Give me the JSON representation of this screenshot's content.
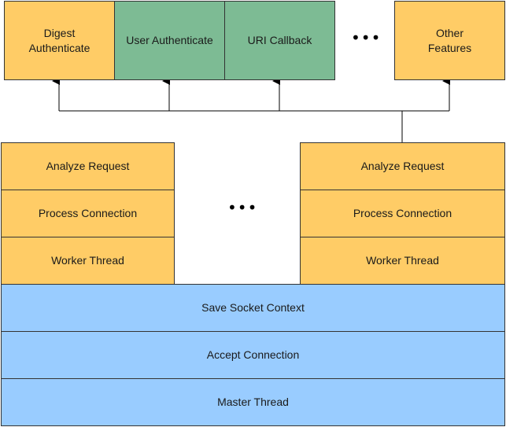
{
  "colors": {
    "orange": "#ffcc66",
    "green": "#7dbb94",
    "blue": "#99ccff",
    "border": "#333333",
    "line": "#000000"
  },
  "features": {
    "digest": "Digest\nAuthenticate",
    "user_auth": "User Authenticate",
    "uri_callback": "URI Callback",
    "ellipsis": "•••",
    "other": "Other\nFeatures"
  },
  "worker_left": {
    "analyze": "Analyze Request",
    "process": "Process Connection",
    "thread": "Worker Thread"
  },
  "worker_ellipsis": "•••",
  "worker_right": {
    "analyze": "Analyze Request",
    "process": "Process Connection",
    "thread": "Worker Thread"
  },
  "master": {
    "save": "Save Socket Context",
    "accept": "Accept Connection",
    "thread": "Master Thread"
  }
}
